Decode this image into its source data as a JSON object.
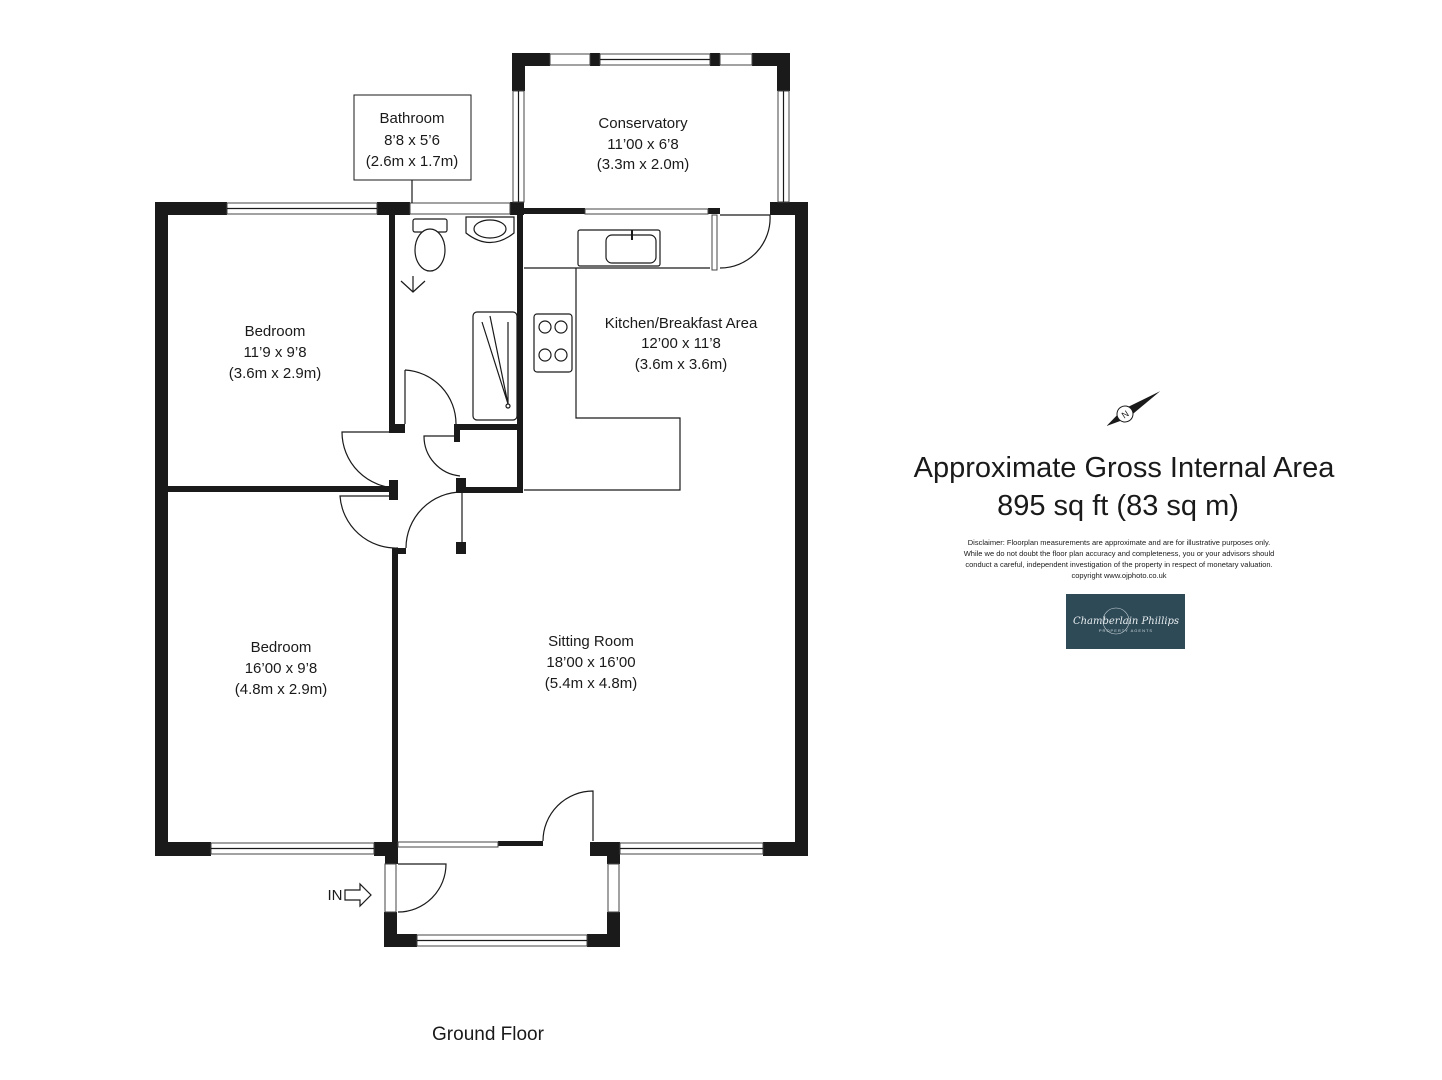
{
  "rooms": {
    "bathroom": {
      "name": "Bathroom",
      "imperial": "8’8 x 5’6",
      "metric": "(2.6m x 1.7m)"
    },
    "conservatory": {
      "name": "Conservatory",
      "imperial": "11’00 x 6’8",
      "metric": "(3.3m x 2.0m)"
    },
    "kitchen": {
      "name": "Kitchen/Breakfast Area",
      "imperial": "12’00 x 11’8",
      "metric": "(3.6m x 3.6m)"
    },
    "bedroom1": {
      "name": "Bedroom",
      "imperial": "11’9 x 9’8",
      "metric": "(3.6m x 2.9m)"
    },
    "bedroom2": {
      "name": "Bedroom",
      "imperial": "16’00 x 9’8",
      "metric": "(4.8m x 2.9m)"
    },
    "sitting": {
      "name": "Sitting Room",
      "imperial": "18’00 x 16’00",
      "metric": "(5.4m x 4.8m)"
    }
  },
  "entrance_label": "IN",
  "floor_label": "Ground Floor",
  "area": {
    "title": "Approximate Gross Internal Area",
    "value": "895 sq ft (83 sq m)"
  },
  "disclaimer": [
    "Disclaimer: Floorplan measurements are approximate and are for illustrative purposes only.",
    "While we do not doubt the floor plan accuracy and completeness, you or your advisors should",
    "conduct a careful, independent investigation of the property in respect of monetary valuation.",
    "copyright www.ojphoto.co.uk"
  ],
  "logo": {
    "text": "Chamberlain Phillips",
    "sub": "PROPERTY AGENTS",
    "color": "#2e4a57"
  },
  "compass": {
    "icon": "north-arrow-icon",
    "letter": "N"
  },
  "colors": {
    "wall": "#1a1a1a",
    "background": "#ffffff"
  }
}
